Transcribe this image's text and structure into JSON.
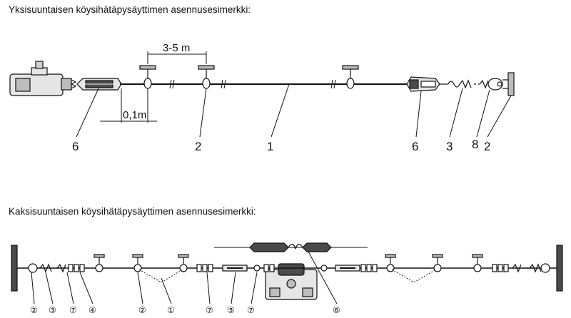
{
  "top": {
    "heading": "Yksisuuntaisen köysihätäpysäyttimen asennusesimerkki:",
    "dimension_spacing": "3-5 m",
    "dimension_offset": "0,1m",
    "callouts": [
      "6",
      "2",
      "1",
      "6",
      "3",
      "8",
      "2"
    ]
  },
  "bottom": {
    "heading": "Kaksisuuntaisen köysihätäpysäyttimen asennusesimerkki:",
    "callouts": [
      "②",
      "③",
      "⑦",
      "④",
      "②",
      "①",
      "⑦",
      "⑤",
      "⑦",
      "⑥"
    ]
  },
  "colors": {
    "line": "#111111",
    "part_fill": "#e6e6e6",
    "dark_fill": "#4a4a4a"
  }
}
